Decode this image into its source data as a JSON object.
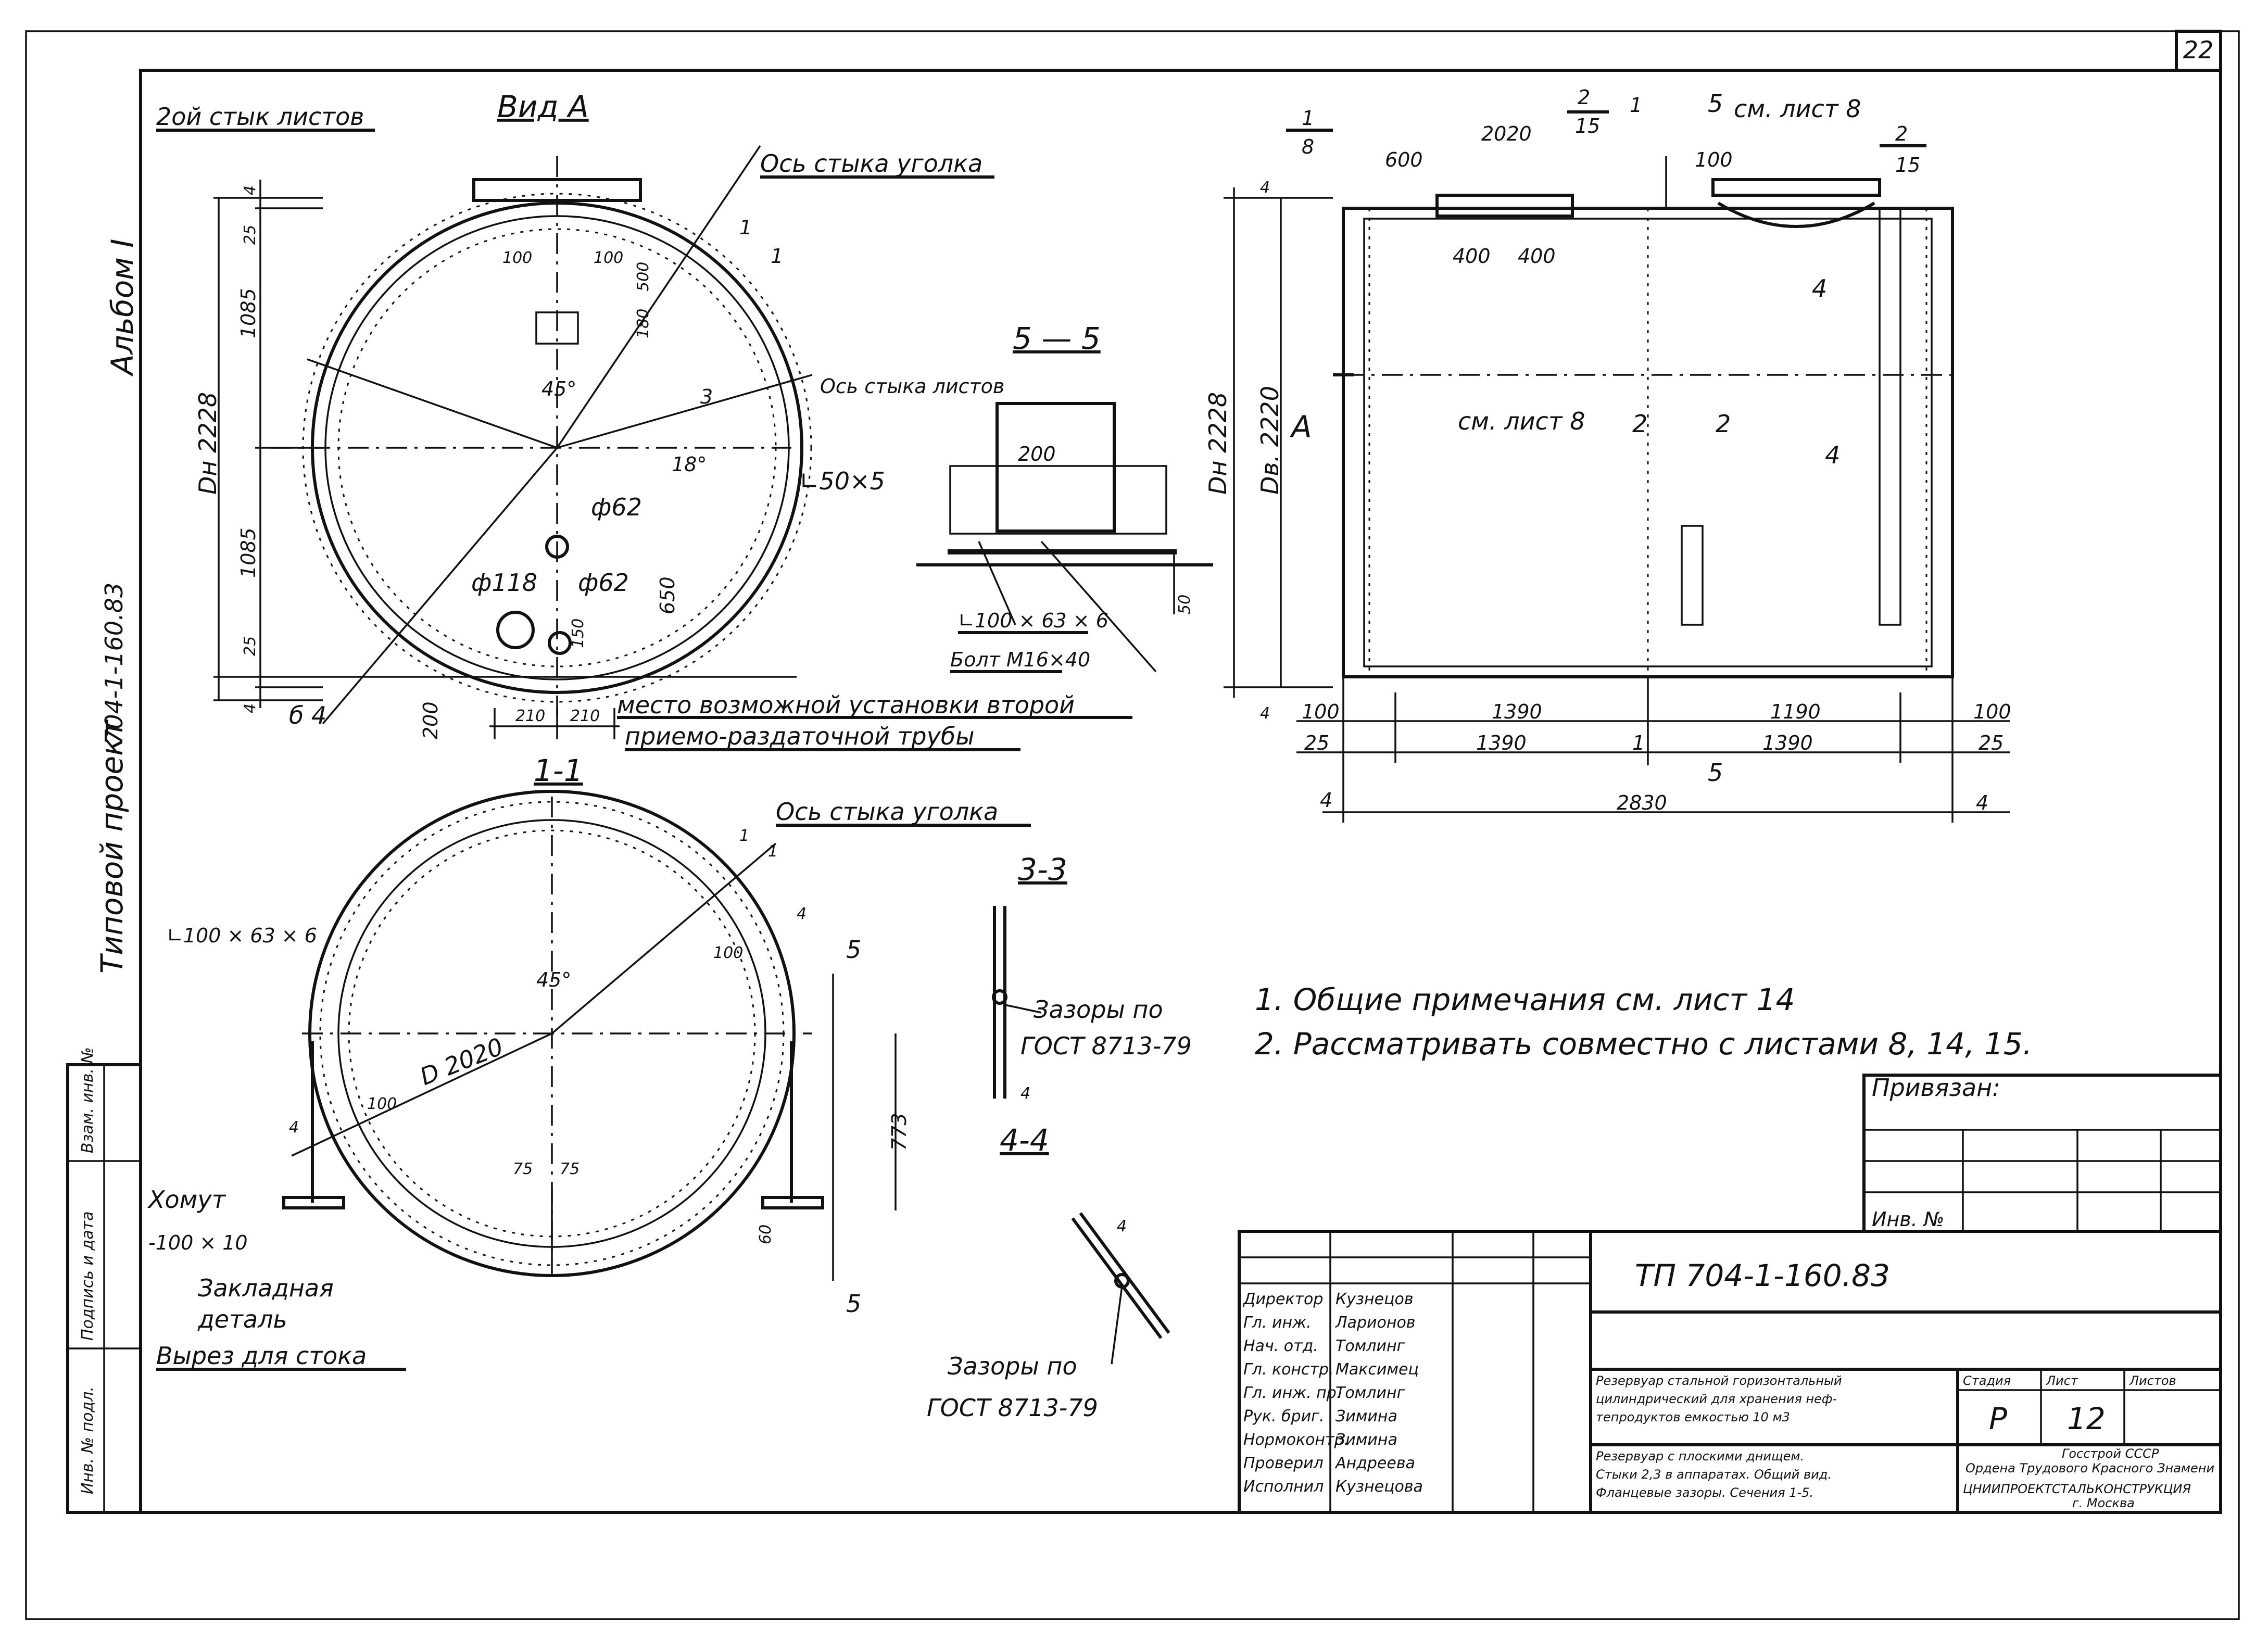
{
  "sheet": {
    "page_number": "22",
    "album": "Альбом I",
    "project_label": "Типовой проект",
    "project_code": "704-1-160.83",
    "side_stamp": [
      "Инв. № подл.",
      "Подпись и дата",
      "Взам. инв. №"
    ]
  },
  "view_a": {
    "title": "Вид А",
    "label_joint_sheets_2": "2ой стык листов",
    "label_angle_axis": "Ось стыка уголка",
    "label_sheet_axis": "Ось стыка листов",
    "label_angle": "∟50×5",
    "phi62_a": "ф62",
    "phi62_b": "ф62",
    "phi118": "ф118",
    "dim_dh": "Dн 2228",
    "dim_1085_top": "1085",
    "dim_1085_bot": "1085",
    "dim_25_top": "25",
    "dim_25_bot": "25",
    "dim_4_top": "4",
    "dim_4_bot": "4",
    "dim_100_a": "100",
    "dim_100_b": "100",
    "dim_500": "500",
    "dim_180": "180",
    "dim_650": "650",
    "dim_150": "150",
    "dim_200": "200",
    "dim_210_a": "210",
    "dim_210_b": "210",
    "dim_6_4": "б 4",
    "angle_45": "45°",
    "angle_18": "18°",
    "section_3": "3",
    "section_1_a": "1",
    "section_1_b": "1",
    "note_place_1": "место возможной установки второй",
    "note_place_2": "приемо-раздаточной трубы"
  },
  "section_5_5": {
    "title": "5 — 5",
    "dim_200": "200",
    "dim_50": "50",
    "label_angle": "∟100 × 63 × 6",
    "label_bolt": "Болт М16×40"
  },
  "section_1_1": {
    "title": "1-1",
    "label_angle_axis": "Ось стыка уголка",
    "label_angle": "∟100 × 63 × 6",
    "dim_d": "D 2020",
    "dim_100_a": "100",
    "dim_100_b": "100",
    "angle_45": "45°",
    "dim_75_a": "75",
    "dim_75_b": "75",
    "dim_773": "773",
    "dim_60": "60",
    "dim_4_a": "4",
    "dim_4_b": "4",
    "dim_1_a": "1",
    "dim_1_b": "1",
    "sec_5_top": "5",
    "sec_5_bot": "5",
    "label_clamp": "Хомут",
    "label_clamp_size": "-100 × 10",
    "label_embed_1": "Закладная",
    "label_embed_2": "деталь",
    "label_cutout": "Вырез для стока"
  },
  "section_3_3": {
    "title": "3-3",
    "gap_1": "Зазоры по",
    "gap_2": "ГОСТ 8713-79",
    "dim_4": "4"
  },
  "section_4_4": {
    "title": "4-4",
    "gap_1": "Зазоры по",
    "gap_2": "ГОСТ 8713-79",
    "dim_4": "4"
  },
  "side_view": {
    "label_a": "А",
    "dim_dh": "Dн 2228",
    "dim_dv": "Dв. 2220",
    "dim_2020": "2020",
    "dim_600": "600",
    "dim_400_a": "400",
    "dim_400_b": "400",
    "dim_100": "100",
    "note_sheet8": "см. лист 8",
    "note_sheet8_top": "см. лист 8",
    "frac_1_8_num": "1",
    "frac_1_8_den": "8",
    "frac_2_15_a_num": "2",
    "frac_2_15_a_den": "15",
    "frac_2_15_b_num": "2",
    "frac_2_15_b_den": "15",
    "sec_1": "1",
    "sec_5": "5",
    "sec_4_a": "4",
    "sec_4_b": "4",
    "sec_2_a": "2",
    "sec_2_b": "2",
    "dim_4_top": "4",
    "dim_4_bot": "4",
    "dim_100_l": "100",
    "dim_1390_a": "1390",
    "dim_1190": "1190",
    "dim_100_r": "100",
    "dim_25_l": "25",
    "dim_1390_b": "1390",
    "dim_1": "1",
    "dim_1390_c": "1390",
    "dim_25_r": "25",
    "dim_5": "5",
    "dim_4_l": "4",
    "dim_2830": "2830",
    "dim_4_r": "4"
  },
  "notes": {
    "n1": "1. Общие примечания см. лист 14",
    "n2": "2. Рассматривать совместно с листами 8, 14, 15."
  },
  "title_block": {
    "bound_to": "Привязан:",
    "inv_no": "Инв. №",
    "doc_code": "ТП 704-1-160.83",
    "roles": [
      "Директор",
      "Гл. инж.",
      "Нач. отд.",
      "Гл. констр.",
      "Гл. инж. пр.",
      "Рук. бриг.",
      "Нормоконтр.",
      "Проверил",
      "Исполнил"
    ],
    "names": [
      "Кузнецов",
      "Ларионов",
      "Томлинг",
      "Максимец",
      "Томлинг",
      "Зимина",
      "Зимина",
      "Андреева",
      "Кузнецова"
    ],
    "description_1": "Резервуар стальной горизонтальный",
    "description_2": "цилиндрический для хранения неф-",
    "description_3": "тепродуктов емкостью 10 м3",
    "sheet_desc_1": "Резервуар с плоскими днищем.",
    "sheet_desc_2": "Стыки 2,3 в аппаратах. Общий вид.",
    "sheet_desc_3": "Фланцевые зазоры. Сечения 1-5.",
    "stage_header": "Стадия",
    "sheet_header": "Лист",
    "sheets_header": "Листов",
    "stage": "Р",
    "sheet": "12",
    "org_1": "Госстрой СССР",
    "org_2": "Ордена Трудового Красного Знамени",
    "org_3": "ЦНИИПРОЕКТСТАЛЬКОНСТРУКЦИЯ",
    "org_4": "г. Москва"
  }
}
